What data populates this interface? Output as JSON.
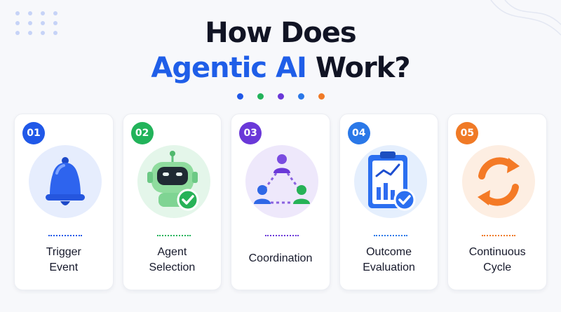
{
  "title": {
    "line1": "How Does",
    "line2_accent": "Agentic AI",
    "line2_rest": "Work?"
  },
  "colors": {
    "blue": "#2058e8",
    "green": "#22b35a",
    "purple": "#6a38d8",
    "sky": "#2a78e8",
    "orange": "#f07a26"
  },
  "steps": [
    {
      "number": "01",
      "label_line1": "Trigger",
      "label_line2": "Event",
      "icon": "bell-icon",
      "color": "#2058e8",
      "tint": "#e6edfd"
    },
    {
      "number": "02",
      "label_line1": "Agent",
      "label_line2": "Selection",
      "icon": "robot-icon",
      "color": "#22b35a",
      "tint": "#e4f6ea"
    },
    {
      "number": "03",
      "label_line1": "Coordination",
      "label_line2": "",
      "icon": "network-icon",
      "color": "#6a38d8",
      "tint": "#eee8fb"
    },
    {
      "number": "04",
      "label_line1": "Outcome",
      "label_line2": "Evaluation",
      "icon": "clipboard-chart-icon",
      "color": "#2a78e8",
      "tint": "#e5effd"
    },
    {
      "number": "05",
      "label_line1": "Continuous",
      "label_line2": "Cycle",
      "icon": "cycle-arrows-icon",
      "color": "#f07a26",
      "tint": "#fdeee2"
    }
  ]
}
